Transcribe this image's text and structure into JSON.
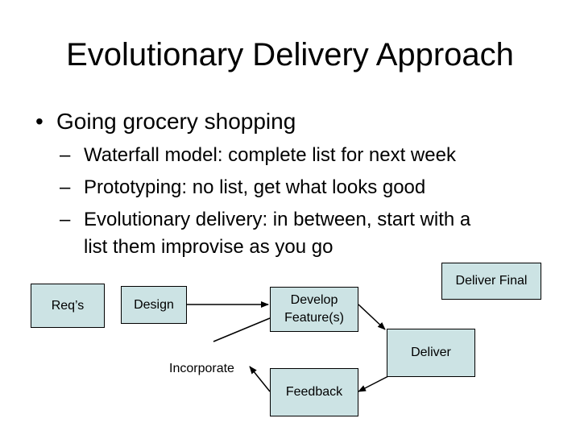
{
  "slide": {
    "title": "Evolutionary Delivery Approach",
    "bullet": "Going grocery shopping",
    "bullet_symbol": "•",
    "sub_dash": "–",
    "sub_items": [
      "Waterfall model: complete list for next week",
      "Prototyping: no list, get what looks good",
      "Evolutionary delivery: in between, start with a",
      "list them improvise as you go"
    ]
  },
  "diagram": {
    "box_color": "#cce3e4",
    "nodes": {
      "reqs": "Req’s",
      "design": "Design",
      "develop_line1": "Develop",
      "develop_line2": "Feature(s)",
      "deliver_final": "Deliver Final",
      "deliver": "Deliver",
      "feedback": "Feedback",
      "incorporate": "Incorporate"
    }
  }
}
